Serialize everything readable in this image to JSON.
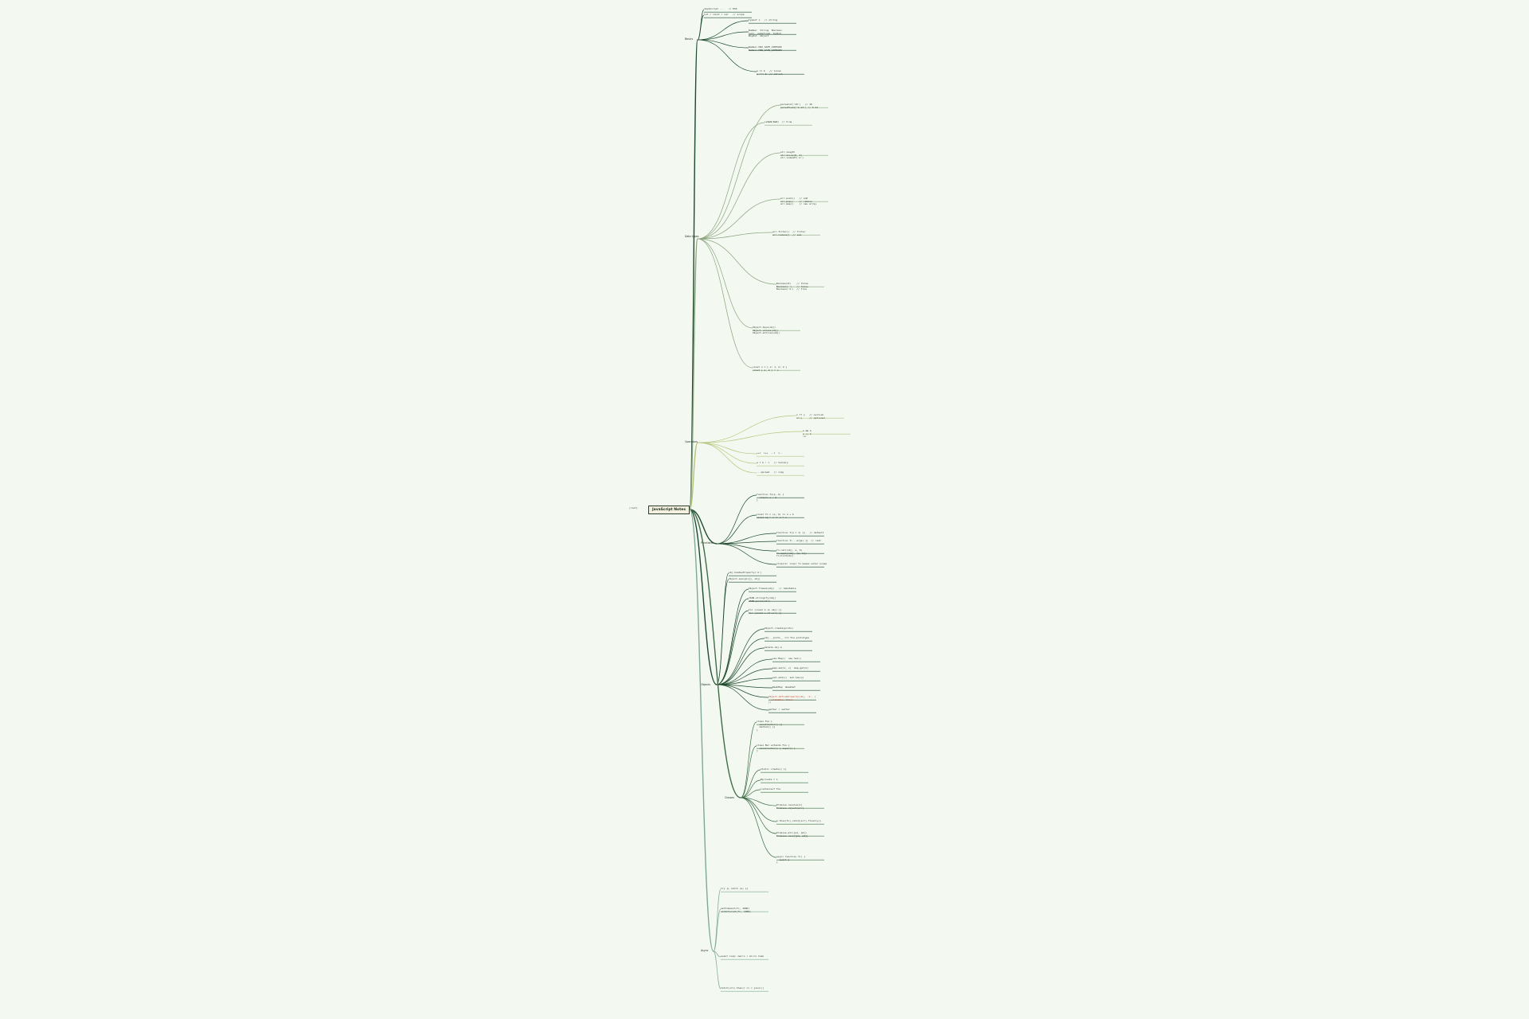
{
  "root": {
    "title": "JavaScript Notes",
    "side_note": "(root)"
  },
  "colors": {
    "background": "#f3f9f1",
    "branch_dark": "#1f4a2e",
    "branch_mid": "#3f6b47",
    "branch_sage": "#8aa37f",
    "branch_olive": "#b7c47a",
    "branch_mint": "#7fa89a",
    "root_fill": "#f4f0de",
    "root_border": "#2e3d2d",
    "alert_text": "#c0392b"
  },
  "branches": [
    {
      "id": "b1",
      "label": "Basics",
      "color": "branch_dark"
    },
    {
      "id": "b2",
      "label": "Data types",
      "color": "branch_sage"
    },
    {
      "id": "b3",
      "label": "Operators",
      "color": "branch_olive"
    },
    {
      "id": "b4",
      "label": "Functions",
      "color": "branch_dark"
    },
    {
      "id": "b5",
      "label": "Objects",
      "color": "branch_dark"
    },
    {
      "id": "b6",
      "label": "Classes",
      "color": "branch_mid"
    },
    {
      "id": "b7",
      "label": "Async",
      "color": "branch_mint"
    }
  ],
  "notes": [
    {
      "id": "n1",
      "text": "JavaScript ...   // ES6"
    },
    {
      "id": "n2",
      "text": "let / const / var   // scope"
    },
    {
      "id": "n3",
      "text": "typeof x   // string"
    },
    {
      "id": "n4",
      "text": "Number  String  Boolean\nnull  undefined  Symbol\nBigInt  Object"
    },
    {
      "id": "n5",
      "text": "Number.MAX_SAFE_INTEGER\nNumber.MIN_SAFE_INTEGER"
    },
    {
      "id": "n6",
      "text": "a == b   // loose\na === b  // strict"
    },
    {
      "id": "n7",
      "text": "parseInt('10')   // 10\nparseFloat('3.14') // 3.14"
    },
    {
      "id": "n8",
      "text": "isNaN(NaN)  // true"
    },
    {
      "id": "n9",
      "text": "str.length\nstr.slice(0, 3)\nstr.indexOf('a')"
    },
    {
      "id": "n10",
      "text": "arr.push()   // add\narr.pop()    // remove\narr.map()    // new array"
    },
    {
      "id": "n11",
      "text": "arr.filter()  // filter\narr.reduce()  // sum"
    },
    {
      "id": "n12",
      "text": "Boolean(0)    // false\nBoolean('')   // false\nBoolean('a')  // true"
    },
    {
      "id": "n13",
      "text": "Object.keys(obj)\nObject.values(obj)\nObject.entries(obj)"
    },
    {
      "id": "n14",
      "text": "const o = { a: 1, b: 2 }\nconst { a, b } = o"
    },
    {
      "id": "n15",
      "text": "x ?? y   // nullish\nx?.y     // optional"
    },
    {
      "id": "n16",
      "text": "a && b\na || b\n!a"
    },
    {
      "id": "n17",
      "text": "++i  i++  --i  i--"
    },
    {
      "id": "n18",
      "text": "a ? b : c   // ternary"
    },
    {
      "id": "n19",
      "text": "...spread   // copy"
    },
    {
      "id": "n20",
      "text": "function fn(a, b) {\n  return a + b\n}"
    },
    {
      "id": "n21",
      "text": "const fn = (a, b) => a + b\nconst sq = x => x * x"
    },
    {
      "id": "n22",
      "text": "function f(a = 1) {}   // default"
    },
    {
      "id": "n23",
      "text": "function f(...args) {}  // rest"
    },
    {
      "id": "n24",
      "text": "fn.call(obj, a, b)\nfn.apply(obj, [a, b])\nfn.bind(obj)"
    },
    {
      "id": "n25",
      "text": "closure: inner fn keeps outer scope"
    },
    {
      "id": "n26",
      "text": "obj.hasOwnProperty('a')"
    },
    {
      "id": "n27",
      "text": "Object.assign({}, obj)"
    },
    {
      "id": "n28",
      "text": "Object.freeze(obj)   // immutable"
    },
    {
      "id": "n29",
      "text": "JSON.stringify(obj)\nJSON.parse(str)"
    },
    {
      "id": "n30",
      "text": "for (const k in obj) {}\nfor (const v of arr) {}"
    },
    {
      "id": "n31",
      "text": "Object.create(proto)"
    },
    {
      "id": "n32",
      "text": "obj.__proto__ === Foo.prototype"
    },
    {
      "id": "n33",
      "text": "delete obj.a"
    },
    {
      "id": "n34",
      "text": "new Map()  new Set()"
    },
    {
      "id": "n35",
      "text": "map.set(k, v)  map.get(k)"
    },
    {
      "id": "n36",
      "text": "set.add(v)  set.has(v)"
    },
    {
      "id": "n37",
      "text": "WeakMap  WeakSet"
    },
    {
      "id": "n38",
      "text": "Object.defineProperty(obj, 'a', {\n  writable: false\n})"
    },
    {
      "id": "n39",
      "text": "getter / setter"
    },
    {
      "id": "n40",
      "text": "class Foo {\n  constructor() {}\n  method() {}\n}"
    },
    {
      "id": "n41",
      "text": "class Bar extends Foo {\n  constructor() { super() }\n}"
    },
    {
      "id": "n42",
      "text": "static create() {}"
    },
    {
      "id": "n43",
      "text": "#private = 1"
    },
    {
      "id": "n44",
      "text": "instanceof Foo"
    },
    {
      "id": "n45",
      "text": "Promise.resolve(1)\nPromise.reject(err)"
    },
    {
      "id": "n46",
      "text": "p.then(fn).catch(err).finally()"
    },
    {
      "id": "n47",
      "text": "Promise.all([p1, p2])\nPromise.race([p1, p2])"
    },
    {
      "id": "n48",
      "text": "async function f() {\n  await p\n}"
    },
    {
      "id": "n49",
      "text": "try {} catch (e) {}"
    },
    {
      "id": "n50",
      "text": "setTimeout(fn, 1000)\nsetInterval(fn, 1000)"
    },
    {
      "id": "n51",
      "text": "event loop: macro / micro task"
    },
    {
      "id": "n52",
      "text": "fetch(url).then(r => r.json())"
    }
  ]
}
